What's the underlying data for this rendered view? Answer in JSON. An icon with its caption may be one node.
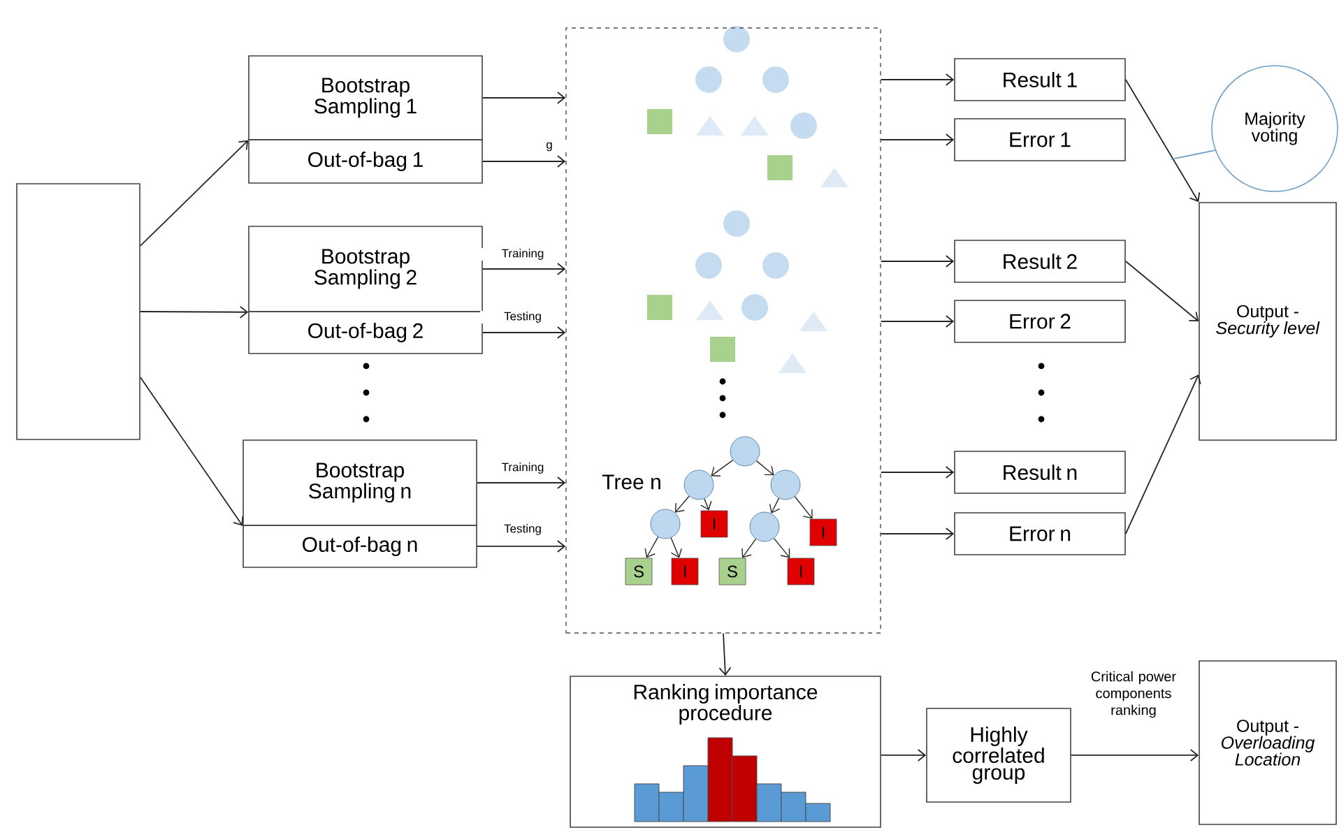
{
  "diagram": {
    "nodes": [
      {
        "text": [],
        "shape": "box"
      },
      {
        "text": [
          "Bootstrap Sampling 1"
        ]
      },
      {
        "text": [
          "Out-of-bag 1"
        ]
      },
      {
        "text": [
          "Bootstrap Sampling 2"
        ]
      },
      {
        "text": [
          "Out-of-bag 2"
        ]
      },
      {
        "text": [
          "Bootstrap Sampling n"
        ]
      },
      {
        "text": [
          "Out-of-bag n"
        ]
      },
      {
        "text": [
          "Tree n"
        ]
      },
      {
        "text": [],
        "shape": "circle",
        "in": 7
      },
      {
        "text": [],
        "shape": "circle",
        "in": 7
      },
      {
        "text": [],
        "shape": "circle",
        "in": 7
      },
      {
        "text": [],
        "shape": "circle",
        "in": 7
      },
      {
        "text": [
          "I"
        ],
        "in": 7
      },
      {
        "text": [],
        "shape": "circle",
        "in": 7
      },
      {
        "text": [
          "I"
        ],
        "in": 7
      },
      {
        "text": [
          "S"
        ],
        "in": 7
      },
      {
        "text": [
          "I"
        ],
        "in": 7
      },
      {
        "text": [
          "S"
        ],
        "in": 7
      },
      {
        "text": [
          "I"
        ],
        "in": 7
      },
      {
        "text": [
          "Result 1"
        ]
      },
      {
        "text": [
          "Error 1"
        ]
      },
      {
        "text": [
          "Result 2"
        ]
      },
      {
        "text": [
          "Error 2"
        ]
      },
      {
        "text": [
          "Result n"
        ]
      },
      {
        "text": [
          "Error n"
        ]
      },
      {
        "text": [
          "Majority voting"
        ]
      },
      {
        "text": [
          "Output - *Security level*"
        ]
      },
      {
        "text": [
          "Ranking importance procedure"
        ]
      },
      {
        "text": [
          "Highly correlated group"
        ]
      },
      {
        "text": [
          "Output - *Overloading Location*"
        ]
      }
    ],
    "edges": [
      {
        "from": 0,
        "to": 1,
        "arrow": "to"
      },
      {
        "from": 0,
        "to": 3,
        "arrow": "to"
      },
      {
        "from": 0,
        "to": 5,
        "arrow": "to"
      },
      {
        "from": 1,
        "to": 7,
        "arrow": "to"
      },
      {
        "from": 2,
        "to": 7,
        "arrow": "to",
        "label": "g"
      },
      {
        "from": 3,
        "to": 7,
        "arrow": "to",
        "label": "Training"
      },
      {
        "from": 4,
        "to": 7,
        "arrow": "to",
        "label": "Testing"
      },
      {
        "from": 5,
        "to": 7,
        "arrow": "to",
        "label": "Training"
      },
      {
        "from": 6,
        "to": 7,
        "arrow": "to",
        "label": "Testing"
      },
      {
        "from": 8,
        "to": 9,
        "arrow": "to"
      },
      {
        "from": 8,
        "to": 10,
        "arrow": "to"
      },
      {
        "from": 9,
        "to": 11,
        "arrow": "to"
      },
      {
        "from": 9,
        "to": 12,
        "arrow": "to"
      },
      {
        "from": 10,
        "to": 13,
        "arrow": "to"
      },
      {
        "from": 10,
        "to": 14,
        "arrow": "to"
      },
      {
        "from": 11,
        "to": 15,
        "arrow": "to"
      },
      {
        "from": 11,
        "to": 16,
        "arrow": "to"
      },
      {
        "from": 13,
        "to": 17,
        "arrow": "to"
      },
      {
        "from": 13,
        "to": 18,
        "arrow": "to"
      },
      {
        "from": 7,
        "to": 19,
        "arrow": "to"
      },
      {
        "from": 7,
        "to": 20,
        "arrow": "to"
      },
      {
        "from": 7,
        "to": 21,
        "arrow": "to"
      },
      {
        "from": 7,
        "to": 22,
        "arrow": "to"
      },
      {
        "from": 7,
        "to": 23,
        "arrow": "to"
      },
      {
        "from": 7,
        "to": 24,
        "arrow": "to"
      },
      {
        "from": 19,
        "to": 26,
        "arrow": "to"
      },
      {
        "from": 21,
        "to": 26,
        "arrow": "to"
      },
      {
        "from": 24,
        "to": 26,
        "arrow": "to"
      },
      {
        "from": 25,
        "to": null,
        "arrow": "none",
        "color": "#6f9ec4"
      },
      {
        "from": 7,
        "to": 27,
        "arrow": "to"
      },
      {
        "from": 27,
        "to": 28,
        "arrow": "to"
      },
      {
        "from": 28,
        "to": 29,
        "arrow": "to",
        "label": "Critical power components ranking"
      }
    ]
  }
}
